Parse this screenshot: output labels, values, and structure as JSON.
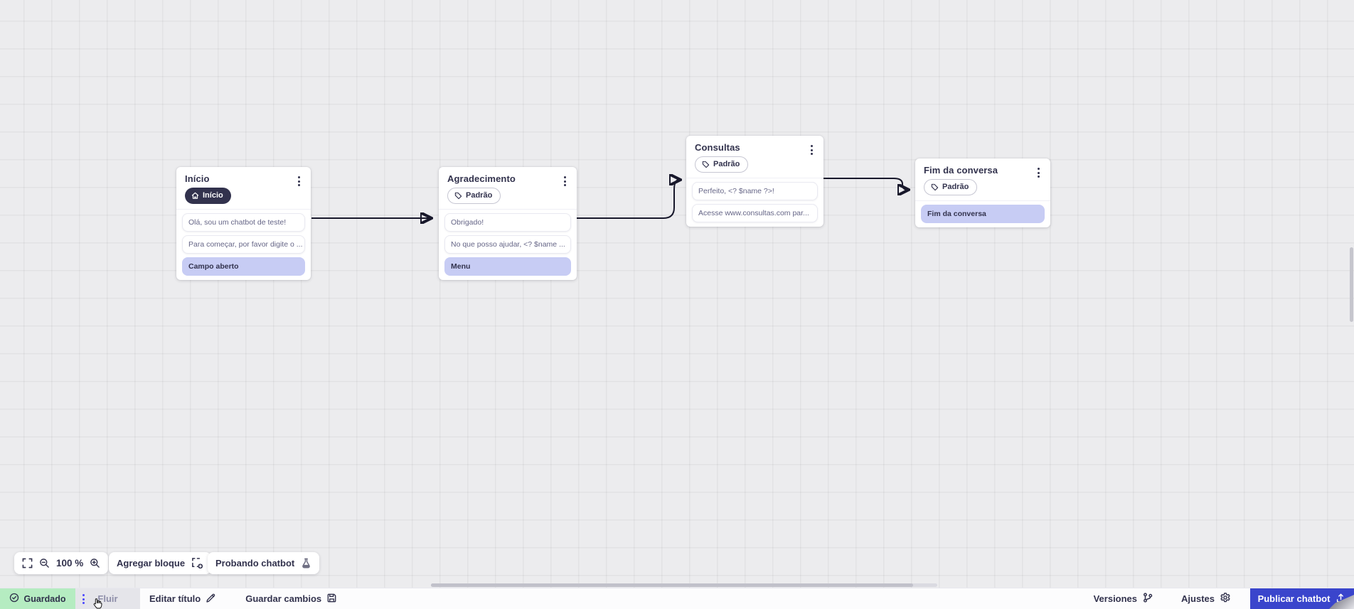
{
  "canvas": {
    "nodes": [
      {
        "title": "Início",
        "badge": {
          "label": "Início",
          "style": "dark",
          "icon": "home-icon"
        },
        "messages": [
          "Olá, sou um chatbot de teste!",
          "Para começar, por favor digite o ..."
        ],
        "actions": [
          "Campo aberto"
        ]
      },
      {
        "title": "Agradecimento",
        "badge": {
          "label": "Padrão",
          "style": "outline",
          "icon": "tag-icon"
        },
        "messages": [
          "Obrigado!",
          "No que posso ajudar, <? $name ..."
        ],
        "actions": [
          "Menu"
        ]
      },
      {
        "title": "Consultas",
        "badge": {
          "label": "Padrão",
          "style": "outline",
          "icon": "tag-icon"
        },
        "messages": [
          "Perfeito, <? $name ?>!",
          "Acesse www.consultas.com par..."
        ],
        "actions": []
      },
      {
        "title": "Fim da conversa",
        "badge": {
          "label": "Padrão",
          "style": "outline",
          "icon": "tag-icon"
        },
        "messages": [],
        "actions": [
          "Fim da conversa"
        ]
      }
    ]
  },
  "toolbar": {
    "zoom_level": "100 %",
    "add_block_label": "Agregar bloque",
    "test_chatbot_label": "Probando chatbot"
  },
  "statusbar": {
    "saved_label": "Guardado",
    "tab_label": "Fluir",
    "edit_title_label": "Editar título",
    "save_changes_label": "Guardar cambios",
    "versions_label": "Versiones",
    "settings_label": "Ajustes",
    "publish_label": "Publicar chatbot"
  },
  "icons": {
    "fit-screen-icon": "corner brackets",
    "zoom-out-icon": "magnifier minus",
    "zoom-in-icon": "magnifier plus",
    "add-block-icon": "dashed square plus",
    "flask-icon": "test beaker",
    "check-circle-icon": "saved check",
    "pencil-icon": "edit",
    "save-icon": "floppy disk",
    "branch-icon": "versions graph",
    "gear-icon": "settings",
    "publish-icon": "upload tray",
    "home-icon": "house",
    "tag-icon": "label tag",
    "kebab-icon": "vertical dots menu"
  },
  "colors": {
    "publish_blue": "#3a45cc",
    "accent_blue": "#4945ff",
    "saved_green": "#b5ecc1",
    "action_lavender": "#c7ccf4",
    "dark_navy": "#32324d"
  }
}
